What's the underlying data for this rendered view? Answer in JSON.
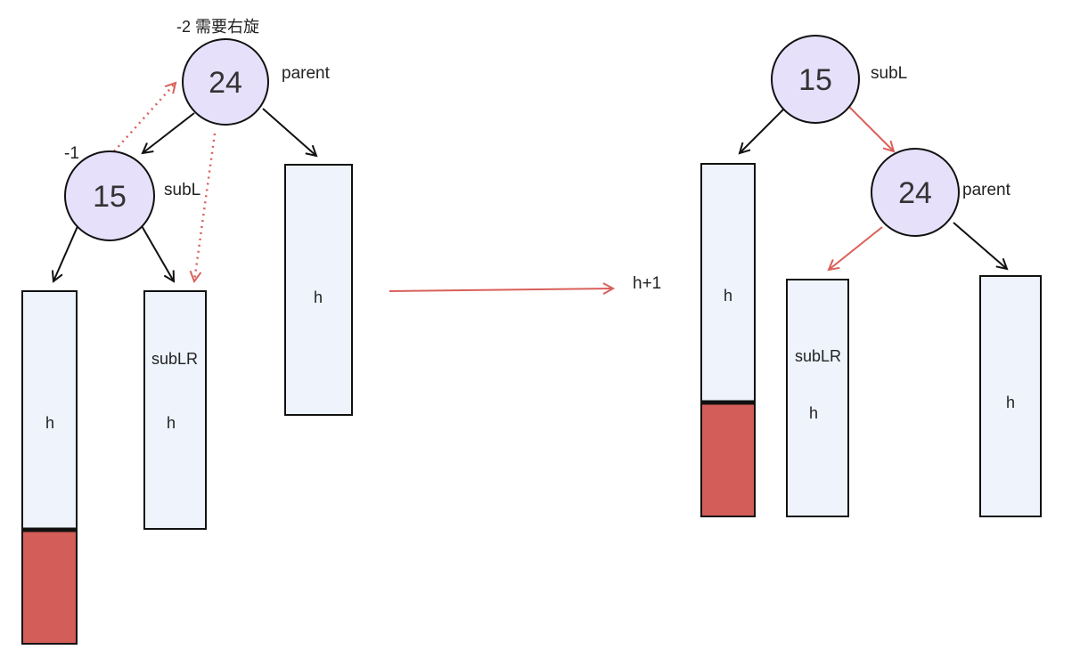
{
  "colors": {
    "node_fill": "#e6e0fb",
    "box_fill": "#eef3fc",
    "overflow_fill": "#d35d58",
    "arrow_red": "#d9605a",
    "stroke": "#111111"
  },
  "before": {
    "title": "-2 需要右旋",
    "parent_node": {
      "value": "24",
      "label": "parent"
    },
    "subl_node": {
      "value": "15",
      "label": "subL",
      "balance": "-1"
    },
    "left_subtree": {
      "height_label": "h"
    },
    "sublr_subtree": {
      "name_label": "subLR",
      "height_label": "h"
    },
    "right_subtree": {
      "height_label": "h"
    }
  },
  "transition": {
    "label": "h+1"
  },
  "after": {
    "root_node": {
      "value": "15",
      "label": "subL"
    },
    "parent_node": {
      "value": "24",
      "label": "parent"
    },
    "left_subtree": {
      "height_label": "h"
    },
    "sublr_subtree": {
      "name_label": "subLR",
      "height_label": "h"
    },
    "right_subtree": {
      "height_label": "h"
    }
  }
}
